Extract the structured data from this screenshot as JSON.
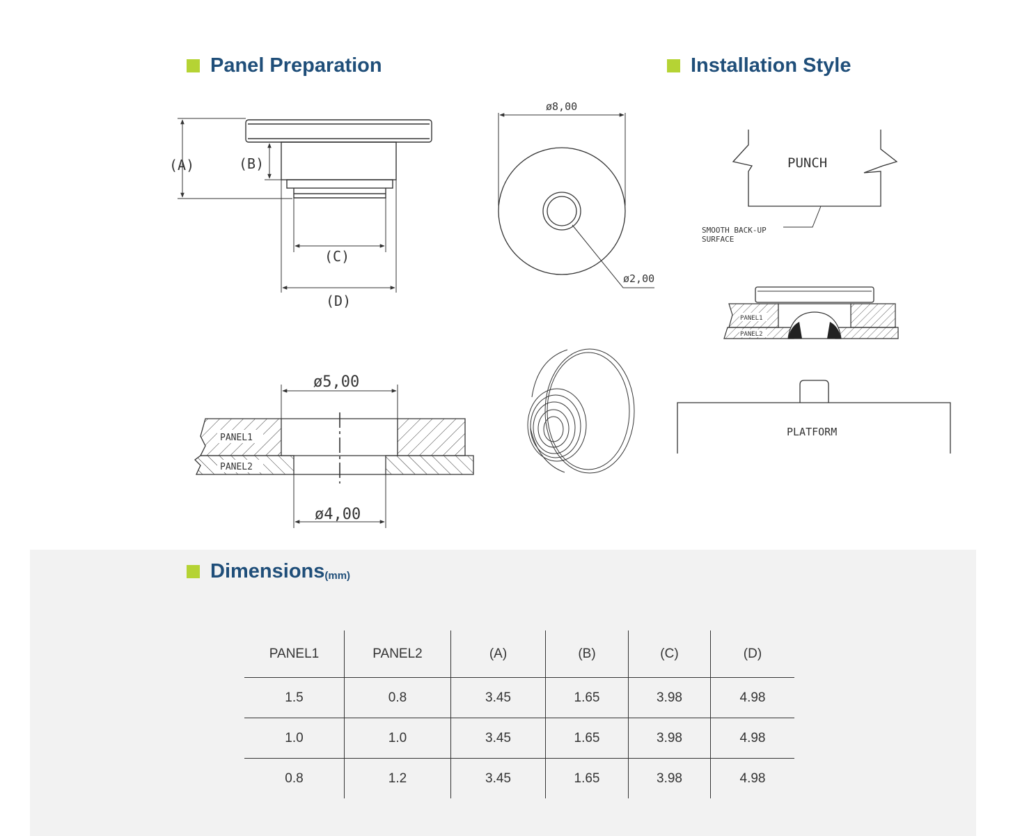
{
  "headings": {
    "panel_preparation": "Panel Preparation",
    "installation_style": "Installation Style",
    "dimensions": "Dimensions",
    "dimensions_unit": "(mm)"
  },
  "colors": {
    "heading_text": "#1f4e79",
    "heading_marker": "#b5d334",
    "band_background": "#f2f2f2"
  },
  "side_view": {
    "label_a": "(A)",
    "label_b": "(B)",
    "label_c": "(C)",
    "label_d": "(D)"
  },
  "top_view": {
    "outer_diameter": "ø8,00",
    "inner_diameter": "ø2,00"
  },
  "panel_section": {
    "top_diameter": "ø5,00",
    "bottom_diameter": "ø4,00",
    "panel1": "PANEL1",
    "panel2": "PANEL2"
  },
  "installation": {
    "punch": "PUNCH",
    "backup_line1": "SMOOTH BACK-UP",
    "backup_line2": "SURFACE",
    "panel1": "PANEL1",
    "panel2": "PANEL2",
    "platform": "PLATFORM"
  },
  "table": {
    "headers": [
      "PANEL1",
      "PANEL2",
      "(A)",
      "(B)",
      "(C)",
      "(D)"
    ],
    "rows": [
      [
        "1.5",
        "0.8",
        "3.45",
        "1.65",
        "3.98",
        "4.98"
      ],
      [
        "1.0",
        "1.0",
        "3.45",
        "1.65",
        "3.98",
        "4.98"
      ],
      [
        "0.8",
        "1.2",
        "3.45",
        "1.65",
        "3.98",
        "4.98"
      ]
    ]
  }
}
